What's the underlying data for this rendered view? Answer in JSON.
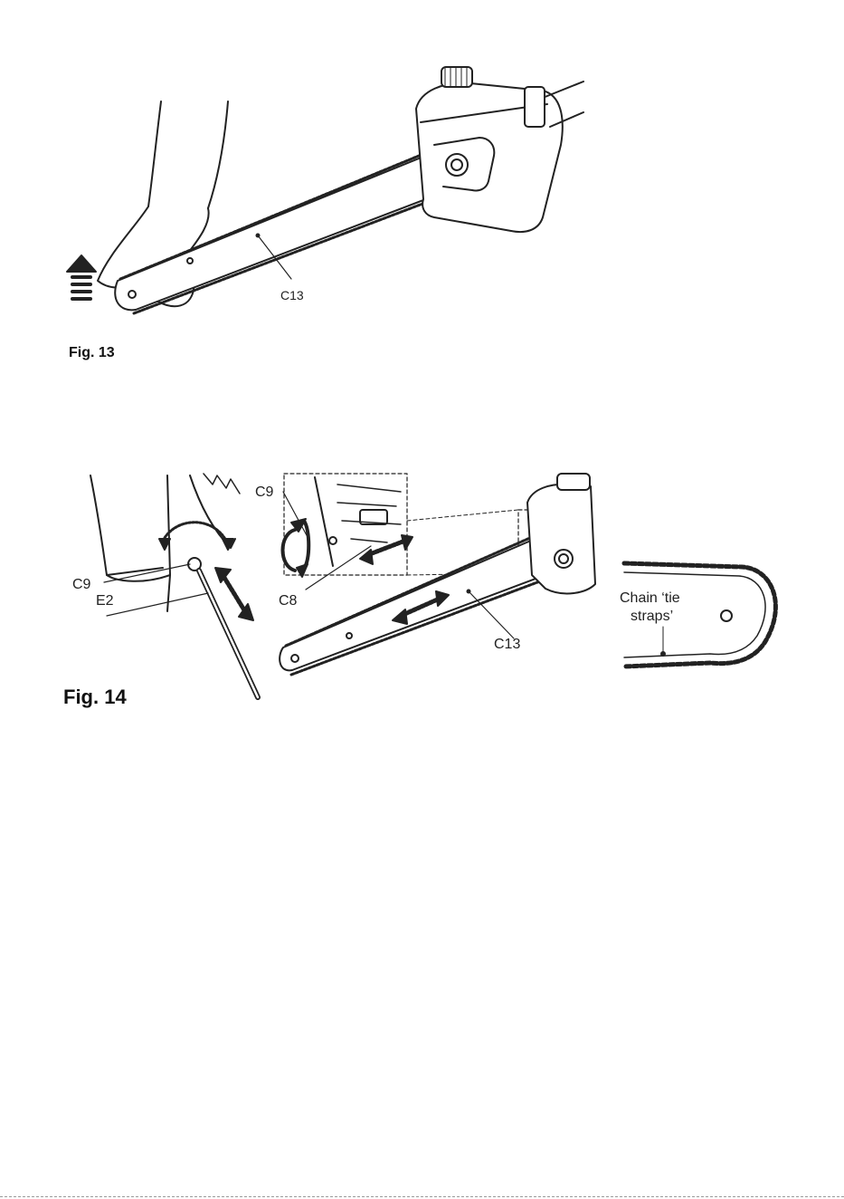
{
  "fig13": {
    "caption": "Fig. 13",
    "labels": {
      "bar": "C13"
    }
  },
  "fig14": {
    "caption": "Fig. 14",
    "labels": {
      "c9_left": "C9",
      "e2": "E2",
      "c9_detail": "C9",
      "c8": "C8",
      "c13": "C13",
      "chain_line1": "Chain ‘tie",
      "chain_line2": "straps’"
    }
  },
  "colors": {
    "ink": "#222222",
    "background": "#ffffff"
  }
}
